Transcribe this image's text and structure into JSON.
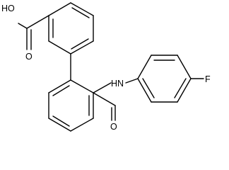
{
  "labels": {
    "hydroxyl": "HO",
    "carbonyl_oxygen_acid": "O",
    "amide_nitrogen": "HN",
    "amide_oxygen": "O",
    "fluorine": "F"
  },
  "colors": {
    "bond": "#000000",
    "text": "#000000",
    "background": "#ffffff"
  }
}
